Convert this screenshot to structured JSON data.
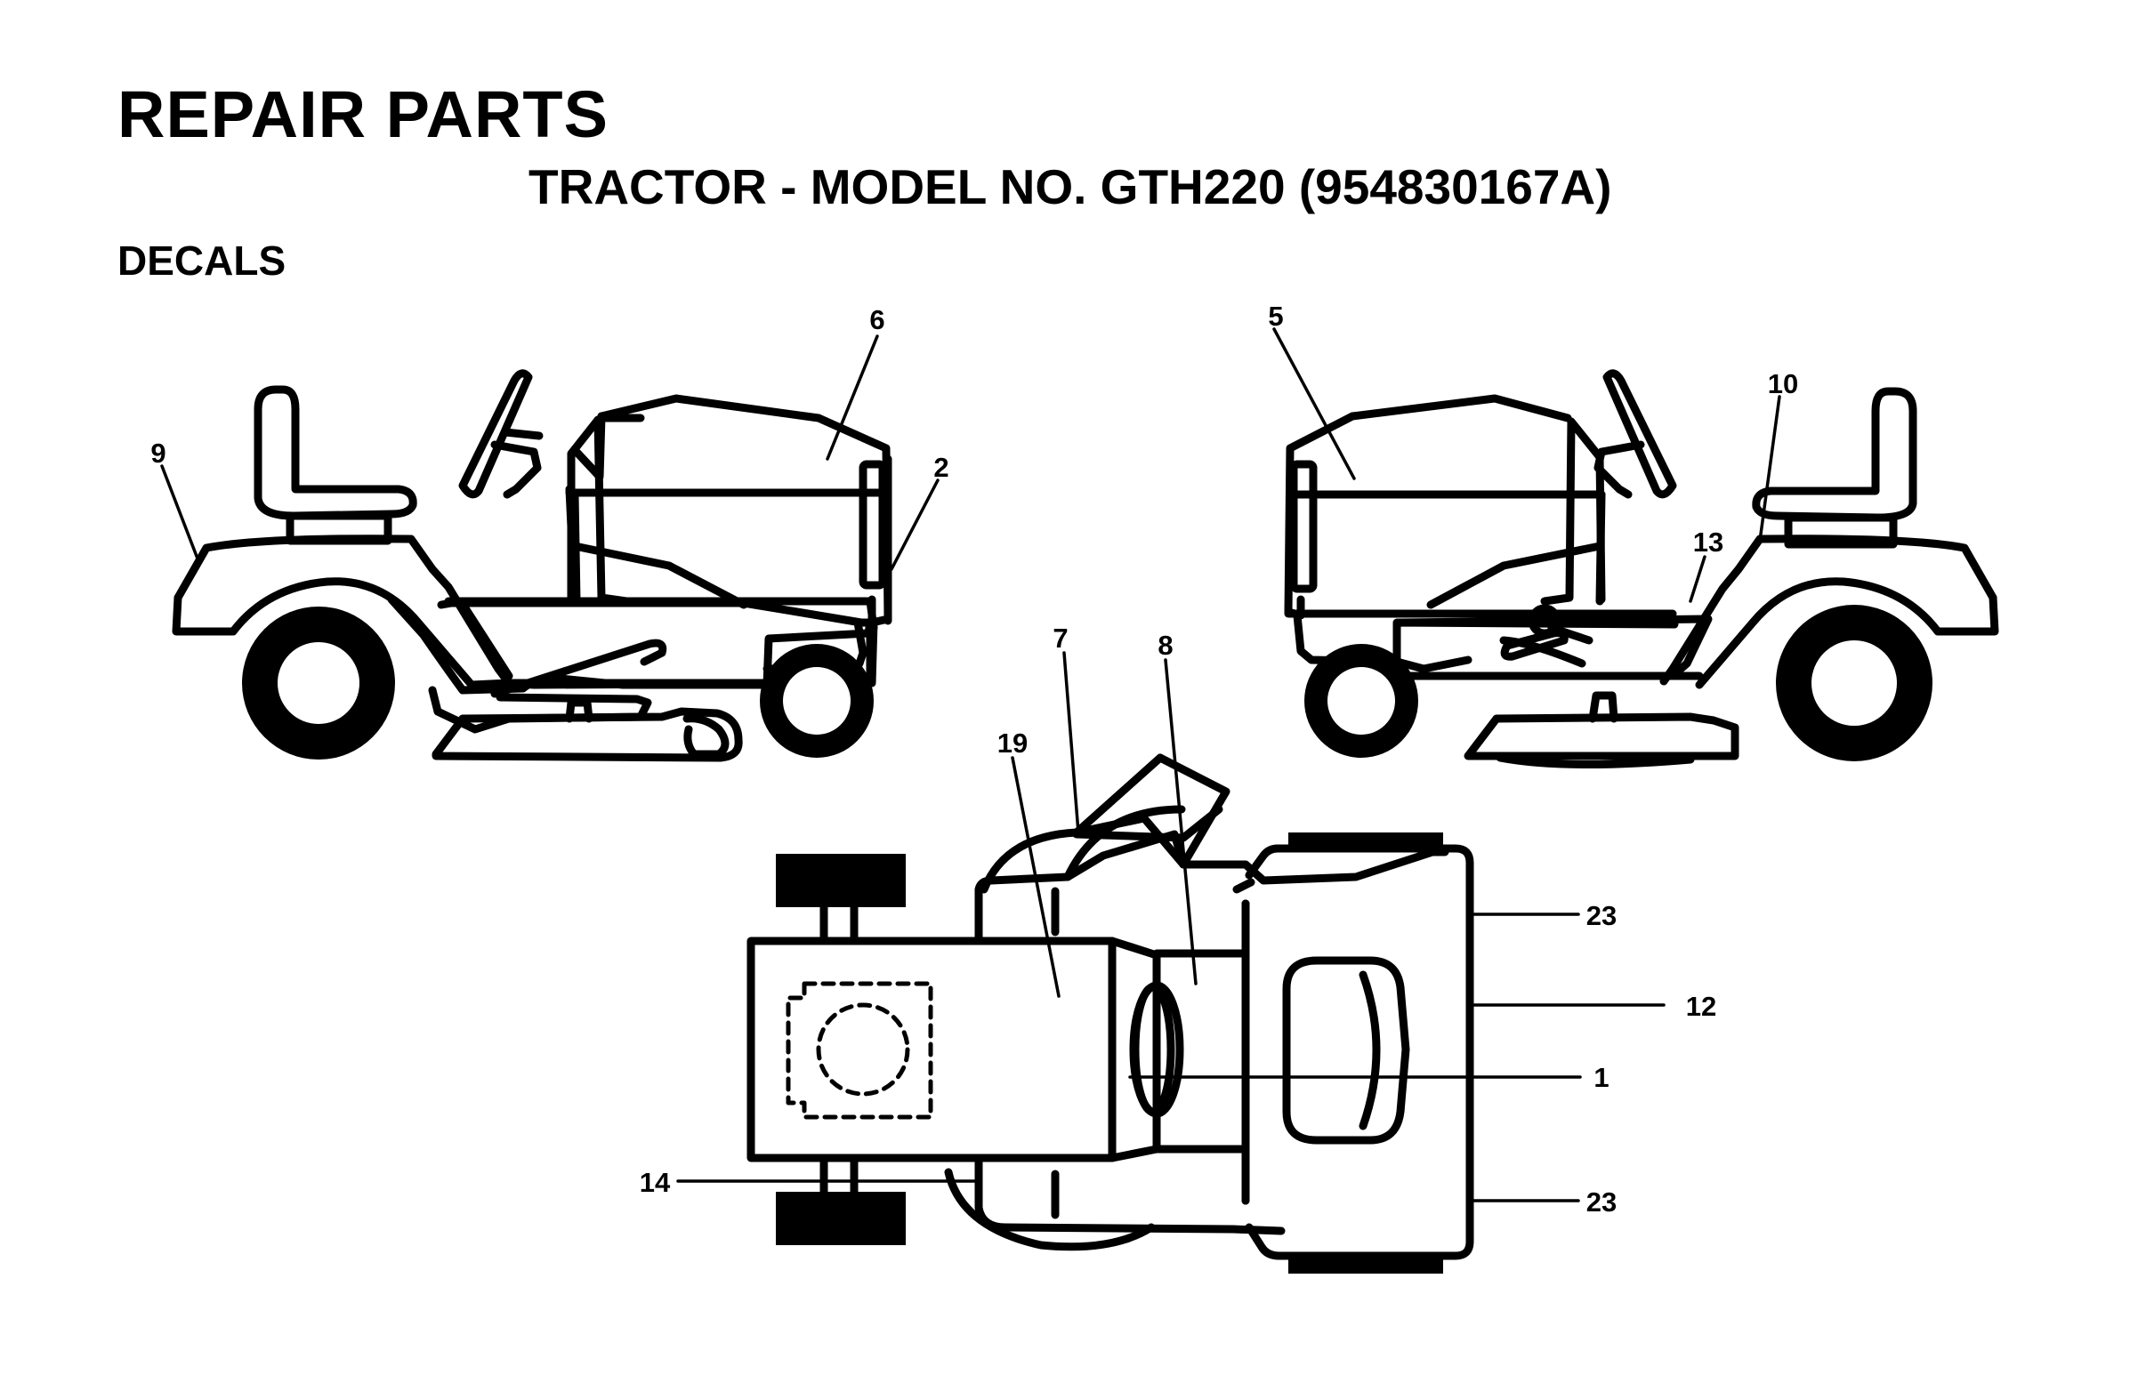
{
  "header": {
    "title": "REPAIR PARTS",
    "subtitle": "TRACTOR - MODEL NO. GTH220 (954830167A)",
    "section": "DECALS"
  },
  "callouts": {
    "c1": "1",
    "c2": "2",
    "c5": "5",
    "c6": "6",
    "c7": "7",
    "c8": "8",
    "c9": "9",
    "c10": "10",
    "c12": "12",
    "c13": "13",
    "c14": "14",
    "c19": "19",
    "c23a": "23",
    "c23b": "23"
  }
}
